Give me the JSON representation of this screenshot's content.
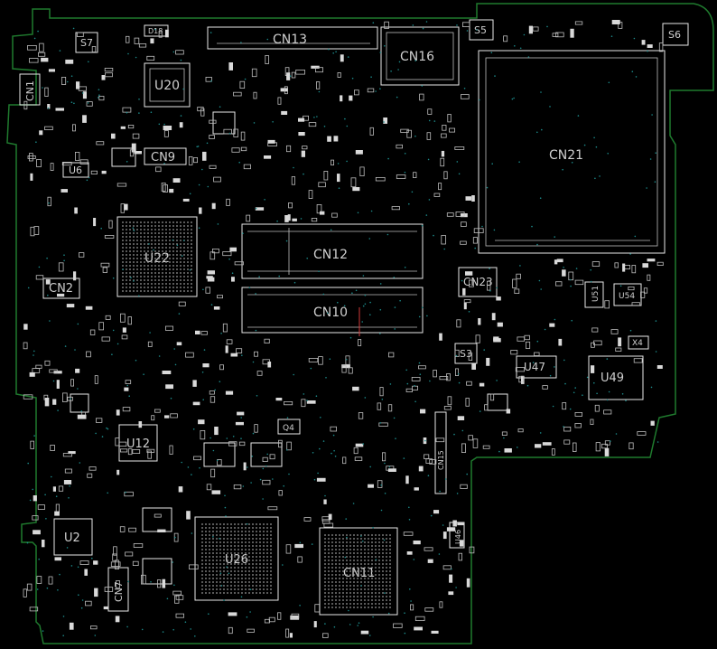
{
  "board": {
    "outline_color": "#1f7a2e",
    "component_color": "#e8e8e8",
    "via_color": "#1c8a8a",
    "background": "#000000"
  },
  "refs": {
    "cn13": "CN13",
    "cn16": "CN16",
    "cn21": "CN21",
    "cn12": "CN12",
    "cn10": "CN10",
    "cn9": "CN9",
    "cn2": "CN2",
    "cn1": "CN1",
    "cn23": "CN23",
    "cn11": "CN11",
    "cn7": "CN7",
    "cn15": "CN15",
    "u20": "U20",
    "u22": "U22",
    "u6": "U6",
    "u12": "U12",
    "u2": "U2",
    "u26": "U26",
    "u47": "U47",
    "u49": "U49",
    "u51": "U51",
    "u54": "U54",
    "u46": "U46",
    "s7": "S7",
    "s5": "S5",
    "s6": "S6",
    "s3": "S3",
    "x4": "X4",
    "q4": "Q4",
    "d18": "D18"
  }
}
